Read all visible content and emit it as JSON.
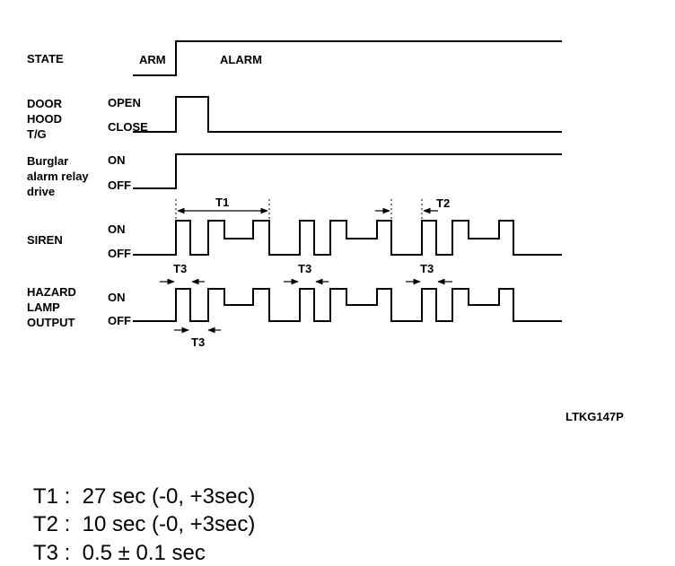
{
  "signals": {
    "state": {
      "name": "STATE",
      "levels": [
        "ARM",
        "ALARM"
      ]
    },
    "door": {
      "name": [
        "DOOR",
        "HOOD",
        "T/G"
      ],
      "on": "OPEN",
      "off": "CLOSE"
    },
    "relay": {
      "name": [
        "Burglar",
        "alarm relay",
        "drive"
      ],
      "on": "ON",
      "off": "OFF"
    },
    "siren": {
      "name": "SIREN",
      "on": "ON",
      "off": "OFF"
    },
    "hazard": {
      "name": [
        "HAZARD",
        "LAMP",
        "OUTPUT"
      ],
      "on": "ON",
      "off": "OFF"
    }
  },
  "dimensions": {
    "t1": "T1",
    "t2": "T2",
    "t3": "T3"
  },
  "figure_code": "LTKG147P",
  "specs": [
    {
      "name": "T1",
      "sep": ":",
      "value": "27 sec (-0, +3sec)"
    },
    {
      "name": "T2",
      "sep": ":",
      "value": "10 sec (-0, +3sec)"
    },
    {
      "name": "T3",
      "sep": ":",
      "value": "0.5 ± 0.1 sec"
    }
  ]
}
